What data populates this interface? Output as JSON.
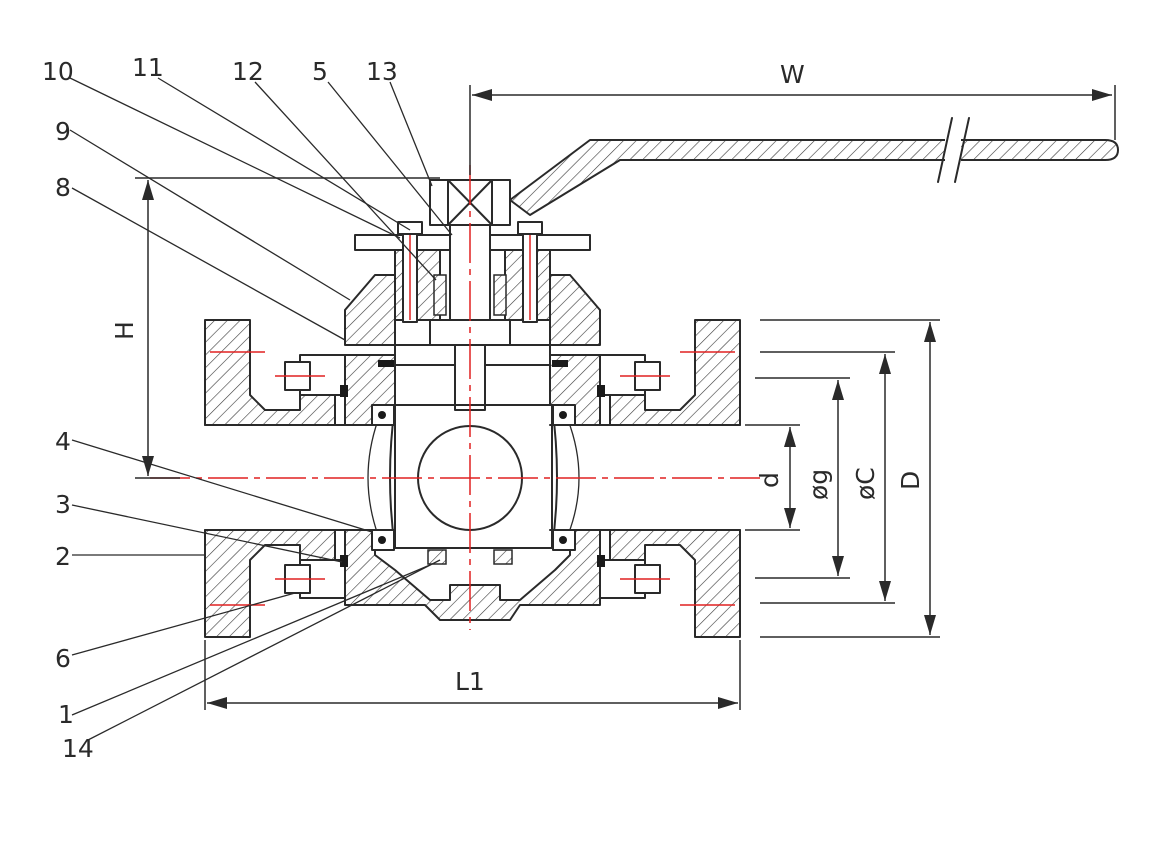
{
  "callouts": [
    {
      "id": "c10",
      "text": "10"
    },
    {
      "id": "c11",
      "text": "11"
    },
    {
      "id": "c12",
      "text": "12"
    },
    {
      "id": "c5",
      "text": "5"
    },
    {
      "id": "c13",
      "text": "13"
    },
    {
      "id": "c9",
      "text": "9"
    },
    {
      "id": "c8",
      "text": "8"
    },
    {
      "id": "c4",
      "text": "4"
    },
    {
      "id": "c3",
      "text": "3"
    },
    {
      "id": "c2",
      "text": "2"
    },
    {
      "id": "c6",
      "text": "6"
    },
    {
      "id": "c1",
      "text": "1"
    },
    {
      "id": "c14",
      "text": "14"
    }
  ],
  "dimensions": {
    "width": "W",
    "height": "H",
    "length": "L1",
    "bore": "d",
    "raised_face": "øg",
    "bolt_circle": "øC",
    "flange_od": "D"
  },
  "colors": {
    "outline": "#2a2a2a",
    "centerline": "#e02020",
    "background": "#ffffff"
  }
}
